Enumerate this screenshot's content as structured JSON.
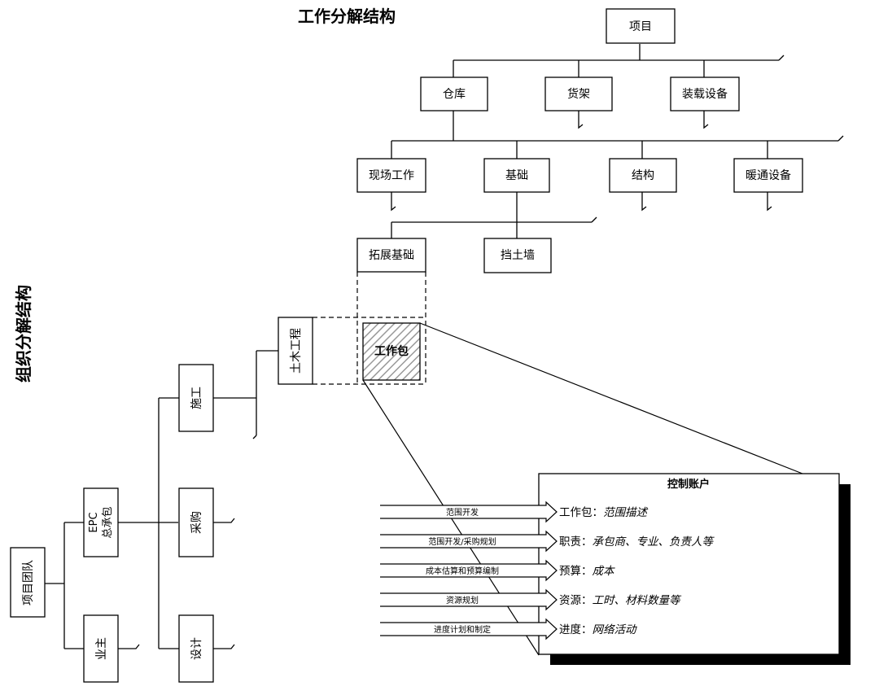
{
  "wbs": {
    "title": "工作分解结构",
    "project": "项目",
    "level2": [
      "仓库",
      "货架",
      "装载设备"
    ],
    "level3": [
      "现场工作",
      "基础",
      "结构",
      "暖通设备"
    ],
    "level4": [
      "拓展基础",
      "挡土墙"
    ],
    "work_package": "工作包"
  },
  "obs": {
    "title": "组织分解结构",
    "team": "项目团队",
    "epc": [
      "EPC",
      "总承包"
    ],
    "owner": "业主",
    "construction": "施工",
    "procurement": "采购",
    "design": "设计",
    "civil": "土木工程"
  },
  "control_account": {
    "title": "控制账户",
    "rows": [
      {
        "arrow": "范围开发",
        "label": "工作包：",
        "value": "范围描述"
      },
      {
        "arrow": "范围开发/采购规划",
        "label": "职责：",
        "value": "承包商、专业、负责人等"
      },
      {
        "arrow": "成本估算和预算编制",
        "label": "预算：",
        "value": "成本"
      },
      {
        "arrow": "资源规划",
        "label": "资源：",
        "value": "工时、材料数量等"
      },
      {
        "arrow": "进度计划和制定",
        "label": "进度：",
        "value": "网络活动"
      }
    ]
  }
}
